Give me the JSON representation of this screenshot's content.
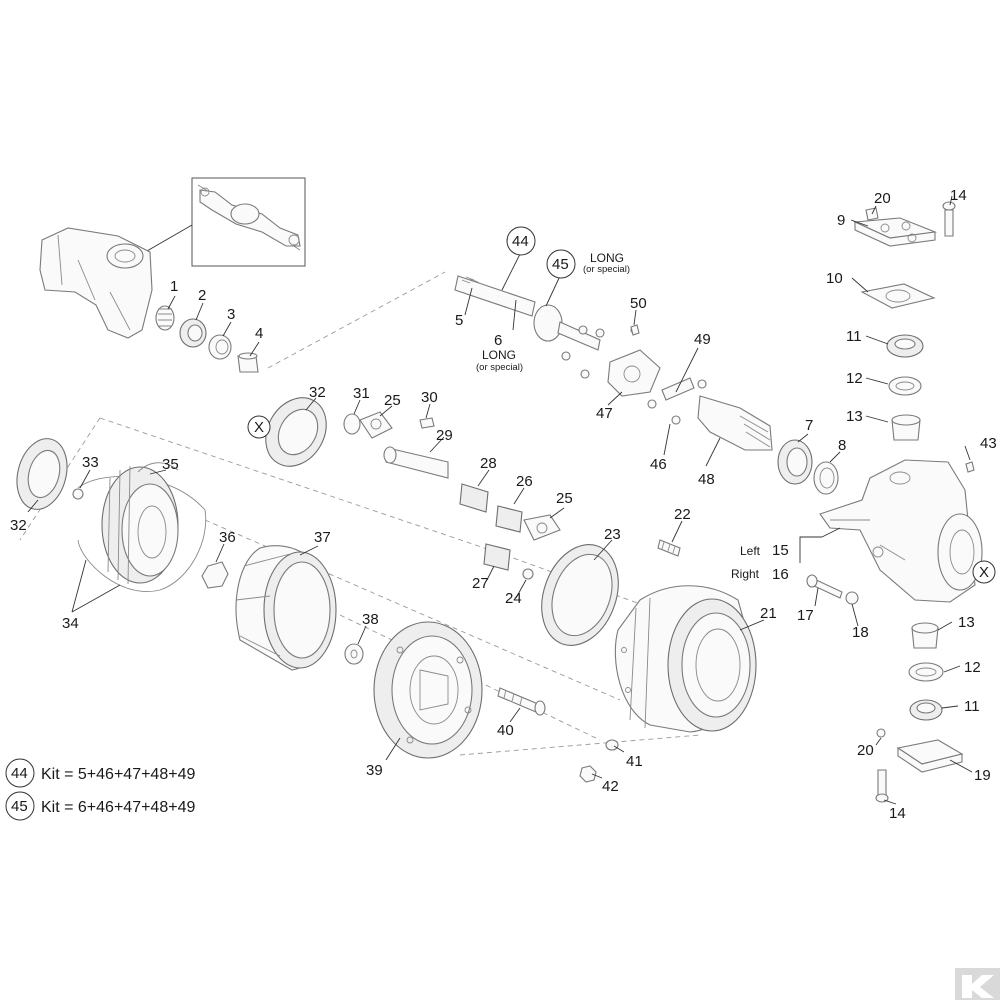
{
  "callouts": {
    "c1": "1",
    "c2": "2",
    "c3": "3",
    "c4": "4",
    "c5": "5",
    "c6": "6",
    "c7": "7",
    "c8": "8",
    "c9": "9",
    "c10": "10",
    "c11a": "11",
    "c11b": "11",
    "c12a": "12",
    "c12b": "12",
    "c13a": "13",
    "c13b": "13",
    "c14a": "14",
    "c14b": "14",
    "c15": "15",
    "c16": "16",
    "c17": "17",
    "c18": "18",
    "c19": "19",
    "c20a": "20",
    "c20b": "20",
    "c21": "21",
    "c22": "22",
    "c23": "23",
    "c24": "24",
    "c25a": "25",
    "c25b": "25",
    "c26": "26",
    "c27": "27",
    "c28": "28",
    "c29": "29",
    "c30": "30",
    "c31": "31",
    "c32a": "32",
    "c32b": "32",
    "c33": "33",
    "c34": "34",
    "c35": "35",
    "c36": "36",
    "c37": "37",
    "c38": "38",
    "c39": "39",
    "c40": "40",
    "c41": "41",
    "c42": "42",
    "c43": "43",
    "c44": "44",
    "c45": "45",
    "c46": "46",
    "c47": "47",
    "c48": "48",
    "c49": "49",
    "c50": "50"
  },
  "markers": {
    "x_left": "X",
    "x_right": "X"
  },
  "notes": {
    "long_45": "LONG",
    "special_45": "(or special)",
    "long_6": "LONG",
    "special_6": "(or special)",
    "left": "Left",
    "right": "Right"
  },
  "kits": [
    {
      "id": "44",
      "text": "Kit = 5+46+47+48+49"
    },
    {
      "id": "45",
      "text": "Kit = 6+46+47+48+49"
    }
  ],
  "colors": {
    "line": "#7a7a7a",
    "text": "#1a1a1a",
    "logo": "#d9d9d9"
  },
  "logo": {
    "icon": "brand-k-logo-icon"
  }
}
